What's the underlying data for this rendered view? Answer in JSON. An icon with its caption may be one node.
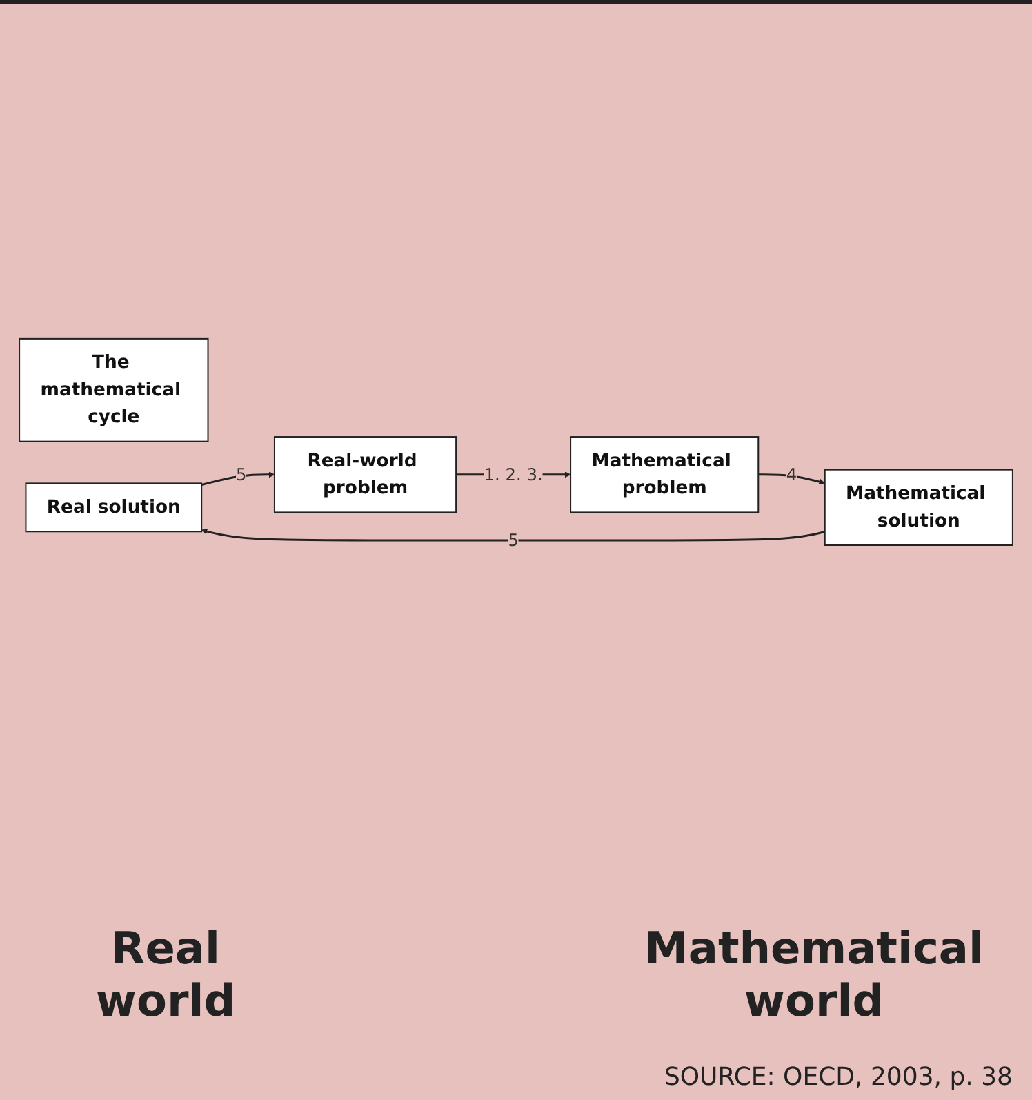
{
  "diagram": {
    "nodes": [
      {
        "text": [
          "The mathematical cycle"
        ]
      },
      {
        "text": [
          "Real solution"
        ]
      },
      {
        "text": [
          "Mathematical solution"
        ]
      },
      {
        "text": [
          "Real-world problem"
        ]
      },
      {
        "text": [
          "Mathematical problem"
        ]
      }
    ],
    "edges": [
      {
        "from": 2,
        "to": 1,
        "arrow": "to",
        "label": "5"
      },
      {
        "from": 1,
        "to": 3,
        "arrow": "to",
        "label": "5"
      },
      {
        "from": 3,
        "to": 4,
        "arrow": "to",
        "label": "1. 2. 3."
      },
      {
        "from": 4,
        "to": 2,
        "arrow": "to",
        "label": "4"
      }
    ],
    "labels": [
      "Real world",
      "Mathematical world",
      "SOURCE: OECD, 2003, p. 38"
    ]
  }
}
